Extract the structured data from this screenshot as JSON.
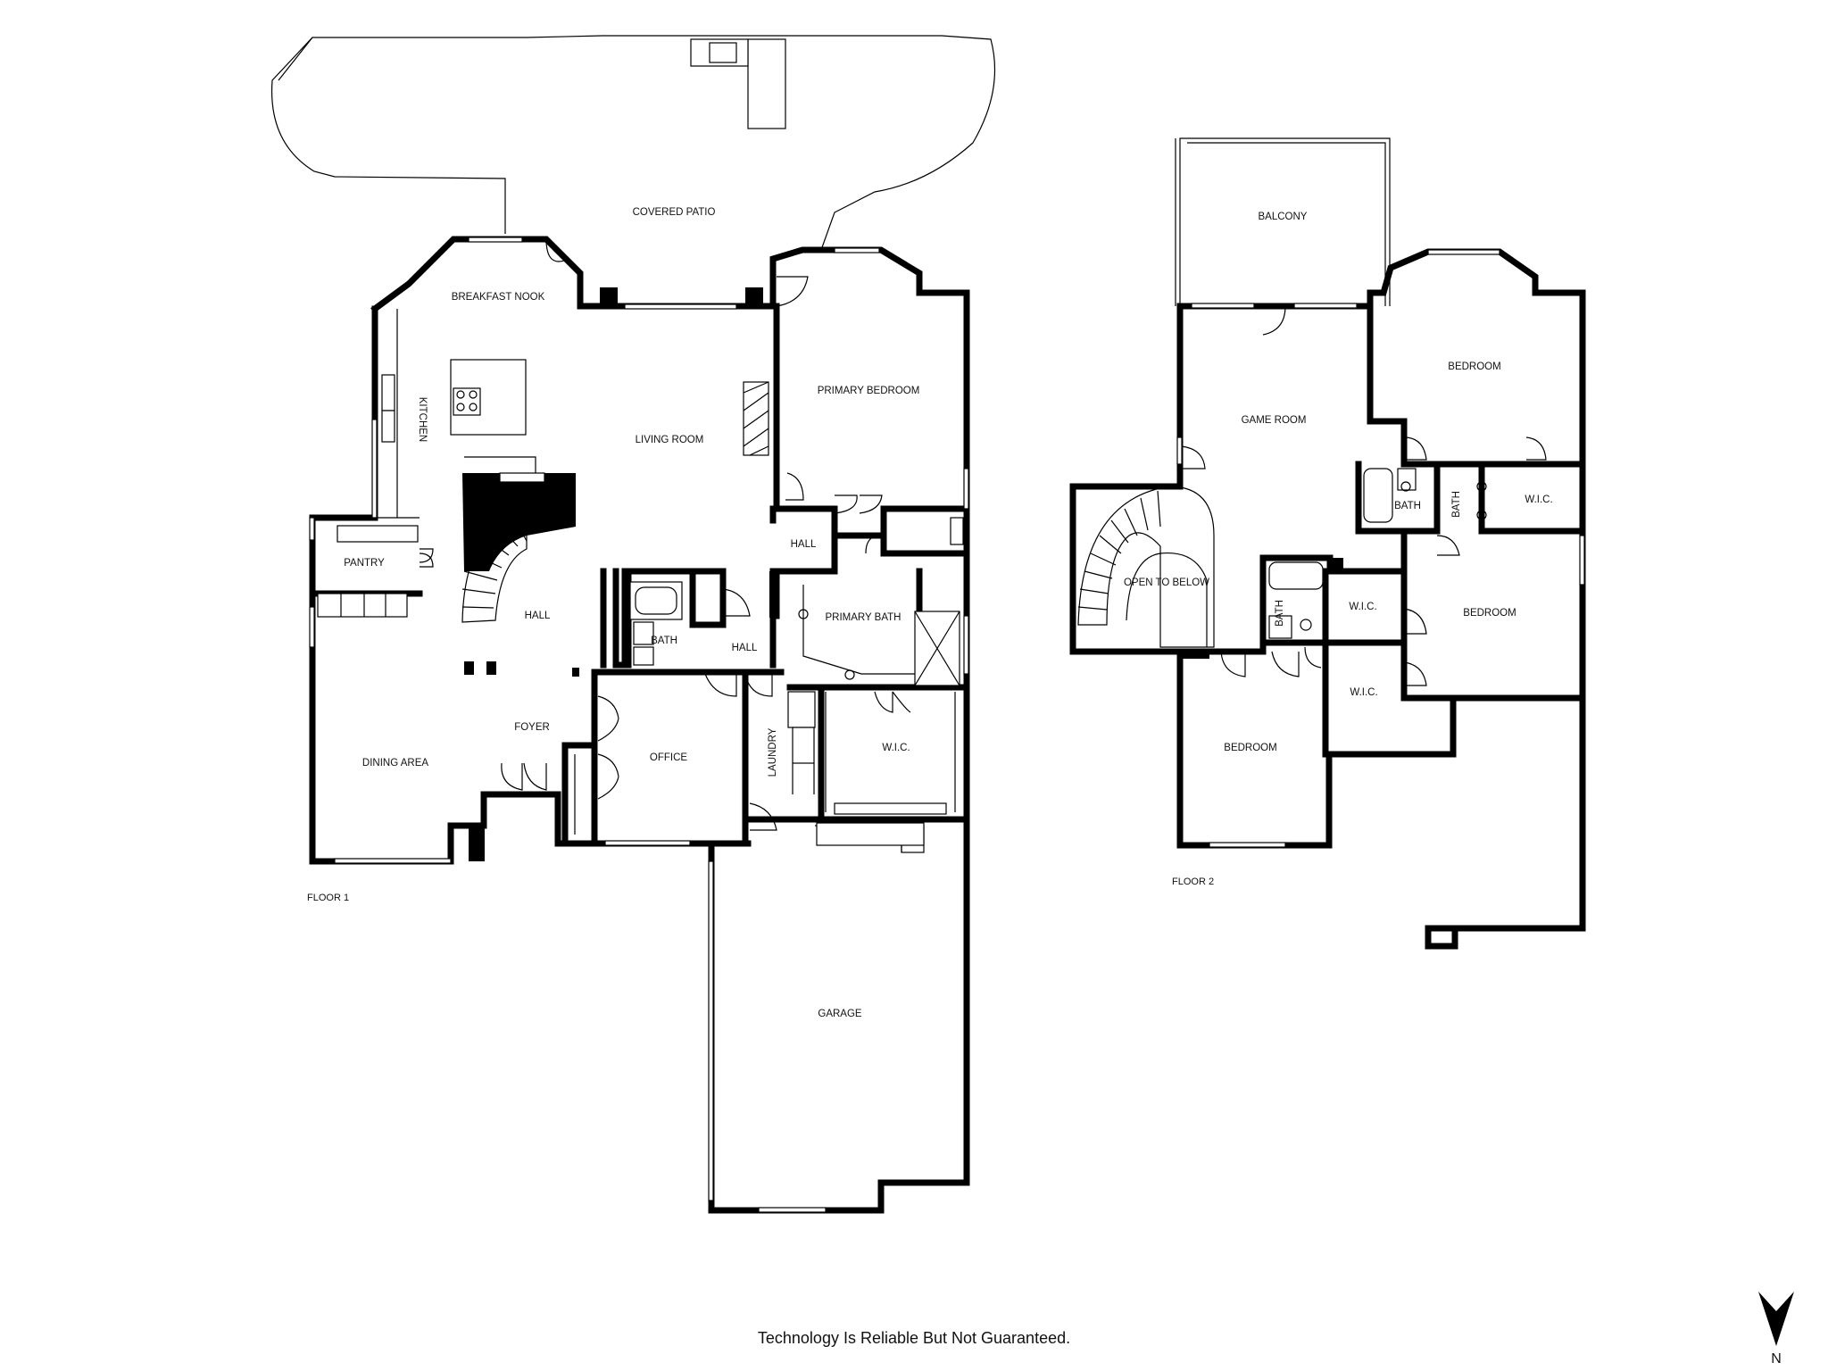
{
  "floors": [
    {
      "name": "FLOOR 1",
      "rooms": [
        "COVERED PATIO",
        "BREAKFAST NOOK",
        "KITCHEN",
        "LIVING ROOM",
        "PRIMARY BEDROOM",
        "PANTRY",
        "HALL",
        "BATH",
        "HALL",
        "HALL",
        "PRIMARY BATH",
        "DINING AREA",
        "FOYER",
        "OFFICE",
        "LAUNDRY",
        "W.I.C.",
        "GARAGE"
      ]
    },
    {
      "name": "FLOOR 2",
      "rooms": [
        "BALCONY",
        "GAME ROOM",
        "BEDROOM",
        "BATH",
        "BATH",
        "W.I.C.",
        "OPEN TO BELOW",
        "BATH",
        "W.I.C.",
        "BEDROOM",
        "W.I.C.",
        "BEDROOM"
      ]
    }
  ],
  "compass": {
    "label": "N"
  },
  "disclaimer": "Technology Is Reliable But Not Guaranteed."
}
